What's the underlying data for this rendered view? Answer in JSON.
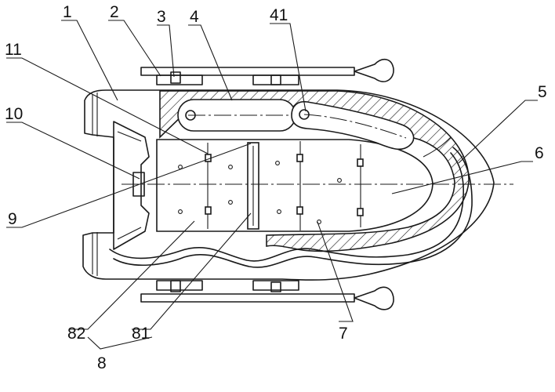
{
  "callouts": {
    "c1": "1",
    "c2": "2",
    "c3": "3",
    "c4": "4",
    "c41": "41",
    "c5": "5",
    "c6": "6",
    "c7": "7",
    "c8": "8",
    "c9": "9",
    "c10": "10",
    "c11": "11",
    "c81": "81",
    "c82": "82"
  },
  "colors": {
    "line": "#1a1a1a",
    "background": "#ffffff"
  }
}
